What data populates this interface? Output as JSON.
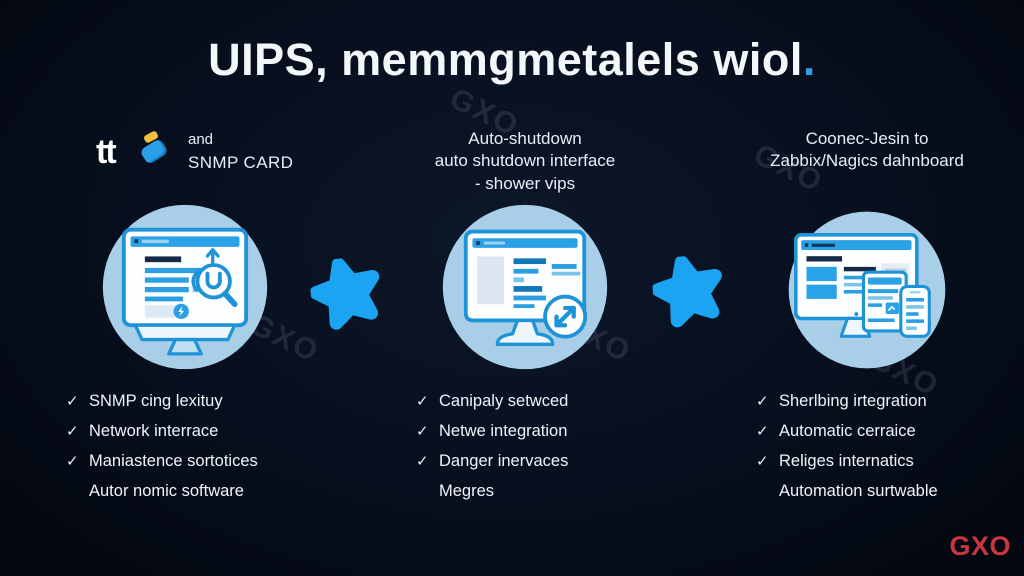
{
  "title": {
    "text": "UIPS, memmgmetalels wiol",
    "dot": "."
  },
  "watermark_text": "GXO",
  "ui": {
    "check_glyph": "✓"
  },
  "columns": [
    {
      "header": {
        "logo_text": "tt",
        "line1": "and",
        "line2": "SNMP CARD"
      },
      "icon": "monitor-ups-search-icon",
      "items": [
        {
          "check": true,
          "label": "SNMP cing lexituy"
        },
        {
          "check": true,
          "label": "Network interrace"
        },
        {
          "check": true,
          "label": "Maniastence sortotices"
        },
        {
          "check": false,
          "label": "Autor nomic software"
        }
      ]
    },
    {
      "header": {
        "line1": "Auto-shutdown",
        "line2": "auto shutdown interface",
        "line3": "- shower vips"
      },
      "icon": "monitor-resize-arrow-icon",
      "items": [
        {
          "check": true,
          "label": "Canipaly setwced"
        },
        {
          "check": true,
          "label": "Netwe integration"
        },
        {
          "check": true,
          "label": "Danger inervaces"
        },
        {
          "check": false,
          "label": "Megres"
        }
      ]
    },
    {
      "header": {
        "line1": "Coonec-Jesin to",
        "line2": "Zabbix/Nagics dahnboard"
      },
      "icon": "monitor-tablet-phone-dashboard-icon",
      "items": [
        {
          "check": true,
          "label": "Sherlbing irtegration"
        },
        {
          "check": true,
          "label": "Automatic cerraice"
        },
        {
          "check": true,
          "label": "Religes internatics"
        },
        {
          "check": false,
          "label": "Automation surtwable"
        }
      ]
    }
  ],
  "brand": {
    "logo": "GXO",
    "color": "#cb3540"
  },
  "colors": {
    "background": "#081020",
    "accent_blue": "#28a3ec",
    "circle_fill": "#a9cee8",
    "icon_stroke": "#1f93d8",
    "title_dot": "#2e9fe8",
    "brand_red": "#cb3540"
  }
}
